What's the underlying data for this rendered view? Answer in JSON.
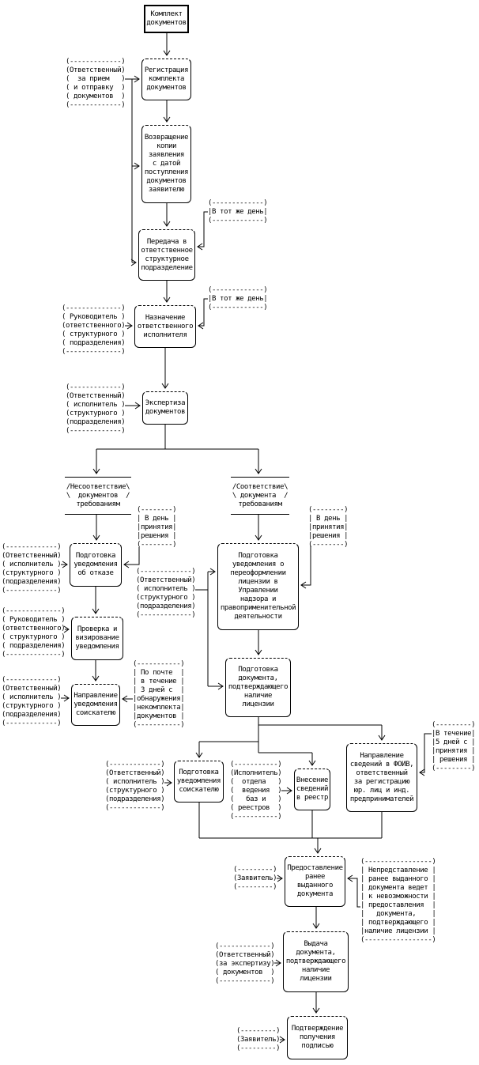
{
  "nodes": {
    "start": "Комплект\nдокументов",
    "registration": "Регистрация\nкомплекта\nдокументов",
    "return_copy": "Возвращение\nкопии\nзаявления\nс датой\nпоступления\nдокументов\nзаявителю",
    "transfer": "Передача в\nответственное\nструктурное\nподразделение",
    "assign": "Назначение\nответственного\nисполнителя",
    "expertise": "Экспертиза\nдокументов",
    "nonconformity": "/Несоответствие\\\n\\  документов  /\nтребованиям",
    "conformity": "/Соответствие\\\n\\ документа  /\nтребованиям",
    "prepare_refusal": "Подготовка\nуведомления\nоб отказе",
    "check_visa": "Проверка и\nвизирование\nуведомления",
    "send_notice": "Направление\nуведомления\nсоискателю",
    "reissue_notice": "Подготовка\nуведомления о\nпереоформлении\nлицензии в\nУправлении\nнадзора и\nправоприменительной\nдеятельности",
    "license_doc": "Подготовка\nдокумента,\nподтверждающего\nналичие\nлицензии",
    "applicant_notice": "Подготовка\nуведомления\nсоискателю",
    "registry_entry": "Внесение\nсведений\nв реестр",
    "foiv": "Направление\nсведений в ФОИВ,\nответственный\nза регистрацию\nюр. лиц и инд.\nпредпринимателей",
    "provide_prev": "Предоставление\nранее\nвыданного\nдокумента",
    "issue_doc": "Выдача\nдокумента,\nподтверждающего\nналичие\nлицензии",
    "confirm_sign": "Подтверждение\nполучения\nподписью"
  },
  "annotations": {
    "responsible_intake": "(-------------)\n(Ответственный)\n(  за прием   )\n( и отправку  )\n( документов  )\n(-------------)",
    "same_day": "(-------------)\n|В тот же день|\n(-------------)",
    "head_dept": "(--------------)\n( Руководитель )\n(ответственного)\n( структурного )\n( подразделения)\n(--------------)",
    "resp_exec": "(-------------)\n(Ответственный)\n( исполнитель )\n(структурного )\n(подразделения)\n(-------------)",
    "decision_day": "(--------)\n| В день |\n|принятия|\n|решения |\n(--------)",
    "mail_3_days": "(-----------)\n| По почте  |\n| в течение |\n| 3 дней с  |\n|обнаружения|\n|некомплекта|\n|документов |\n(-----------)",
    "registry_staff": "(-----------)\n(Исполнитель)\n(  отдела   )\n(  ведения  )\n(   баз и   )\n( реестров  )\n(-----------)",
    "within_5_days": "(---------)\n|В течение|\n|5 дней с |\n|принятия |\n| решения |\n(---------)",
    "applicant": "(---------)\n(Заявитель)\n(---------)",
    "nonsubmission": "(-----------------)\n| Непредставление |\n| ранее выданного |\n| документа ведет |\n| к невозможности |\n| предоставления  |\n|   документа,    |\n| подтверждающего |\n|наличие лицензии |\n(-----------------)",
    "expertise_resp": "(-------------)\n(Ответственный)\n(за экспертизу)\n( документов  )\n(-------------)"
  }
}
